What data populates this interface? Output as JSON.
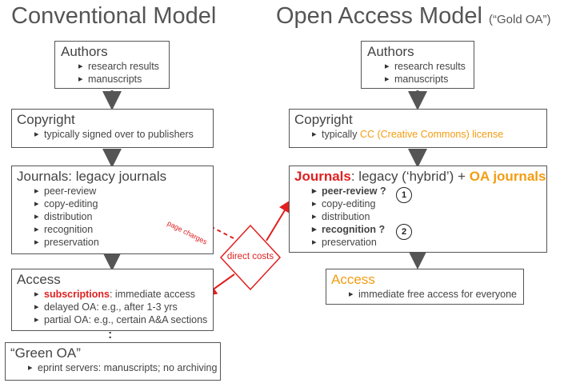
{
  "titles": {
    "left": "Conventional Model",
    "right": "Open Access Model",
    "right_sub": "(“Gold OA”)"
  },
  "left": {
    "authors": {
      "head": "Authors",
      "items": [
        "research results",
        "manuscripts"
      ]
    },
    "copyright": {
      "head": "Copyright",
      "items": [
        "typically signed over to publishers"
      ]
    },
    "journals": {
      "head": "Journals: legacy journals",
      "items": [
        "peer-review",
        "copy-editing",
        "distribution",
        "recognition",
        "preservation"
      ]
    },
    "access": {
      "head": "Access",
      "item1_strong": "subscriptions",
      "item1_rest": ": immediate access",
      "items": [
        "delayed OA: e.g., after 1-3 yrs",
        "partial OA: e.g., certain A&A sections"
      ]
    },
    "dots": ":",
    "green": {
      "head": "“Green OA”",
      "items": [
        "eprint servers: manuscripts; no archiving"
      ]
    }
  },
  "right": {
    "authors": {
      "head": "Authors",
      "items": [
        "research results",
        "manuscripts"
      ]
    },
    "copyright": {
      "head": "Copyright",
      "item_prefix": "typically ",
      "item_highlight": "CC (Creative Commons) license"
    },
    "journals": {
      "head_strong": "Journals",
      "head_mid": ": legacy (‘hybrid’) + ",
      "head_oa": "OA journals",
      "items": [
        "peer-review ?",
        "copy-editing",
        "distribution",
        "recognition ?",
        "preservation"
      ],
      "num1": "1",
      "num2": "2"
    },
    "access": {
      "head": "Access",
      "items": [
        "immediate free access for everyone"
      ]
    }
  },
  "annotations": {
    "direct_costs": "direct costs",
    "page_charges": "page charges"
  },
  "colors": {
    "red": "#e02020",
    "orange": "#f39c12",
    "border": "#555555"
  }
}
